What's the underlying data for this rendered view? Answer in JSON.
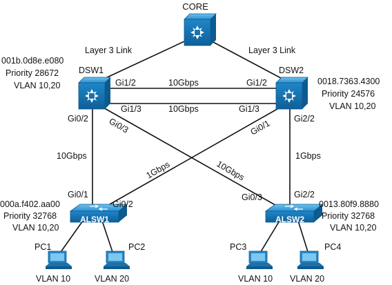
{
  "devices": {
    "core": {
      "label": "CORE"
    },
    "dsw1": {
      "label": "DSW1",
      "mac": "001b.0d8e.e080",
      "priority": "Priority 28672",
      "vlan": "VLAN 10,20"
    },
    "dsw2": {
      "label": "DSW2",
      "mac": "0018.7363.4300",
      "priority": "Priority 24576",
      "vlan": "VLAN 10,20"
    },
    "alsw1": {
      "label": "ALSW1",
      "mac": "000a.f402.aa00",
      "priority": "Priority 32768",
      "vlan": "VLAN 10,20"
    },
    "alsw2": {
      "label": "ALSW2",
      "mac": "0013.80f9.8880",
      "priority": "Priority 32768",
      "vlan": "VLAN 10,20"
    },
    "pcs": [
      {
        "name": "PC1",
        "vlan": "VLAN 10"
      },
      {
        "name": "PC2",
        "vlan": "VLAN 20"
      },
      {
        "name": "PC3",
        "vlan": "VLAN 10"
      },
      {
        "name": "PC4",
        "vlan": "VLAN 20"
      }
    ]
  },
  "links": {
    "core_dsw1": "Layer 3 Link",
    "core_dsw2": "Layer 3 Link",
    "dsw_top": {
      "speed": "10Gbps",
      "left_port": "Gi1/2",
      "right_port": "Gi1/2"
    },
    "dsw_bottom": {
      "speed": "10Gbps",
      "left_port": "Gi1/3",
      "right_port": "Gi1/3"
    },
    "dsw1_alsw1": {
      "speed": "10Gbps",
      "top_port": "Gi0/2",
      "bottom_port": "Gi0/1"
    },
    "dsw2_alsw2": {
      "speed": "1Gbps",
      "top_port": "Gi2/2",
      "bottom_port": "Gi2/2"
    },
    "dsw2_alsw1": {
      "speed": "1Gbps",
      "top_port": "Gi0/1",
      "bottom_port": "Gi0/2"
    },
    "dsw1_alsw2": {
      "speed": "10Gbps",
      "top_port": "Gi0/3",
      "bottom_port": "Gi0/3"
    }
  },
  "colors": {
    "switch_fill": "#1a7fc2",
    "switch_light": "#5fb8ec",
    "switch_dark": "#0d5a8f",
    "pc_fill": "#2a86c8"
  },
  "icons": {
    "core": "layer3-switch-icon",
    "distribution": "layer3-switch-icon",
    "access": "workgroup-switch-icon",
    "pc": "workstation-icon"
  }
}
